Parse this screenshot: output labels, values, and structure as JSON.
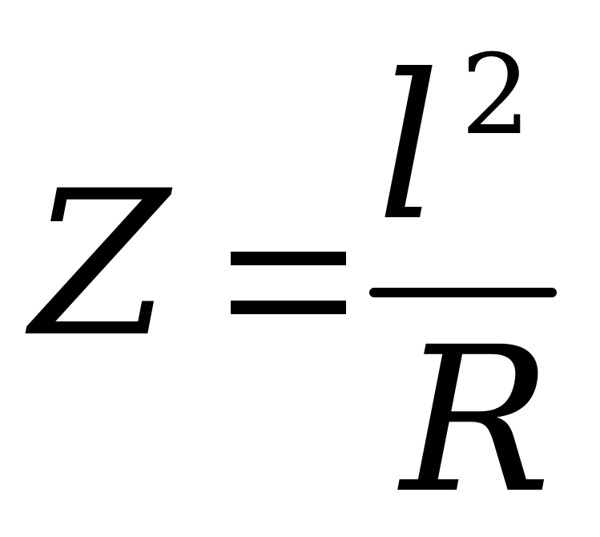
{
  "formula": {
    "lhs": "Z",
    "equals_sign": "=",
    "numerator": "l",
    "exponent": "2",
    "denominator": "R"
  },
  "colors": {
    "background": "#ffffff",
    "ink": "#000000"
  }
}
